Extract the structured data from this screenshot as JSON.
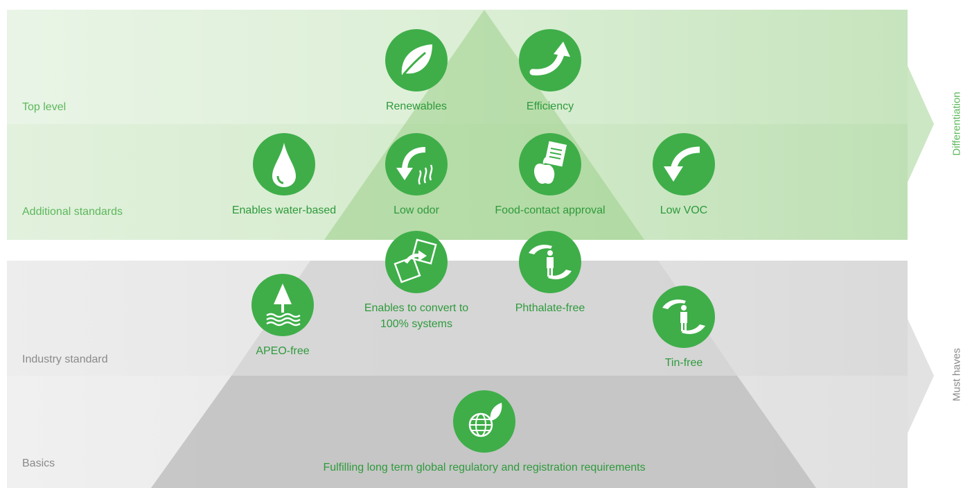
{
  "levels": {
    "top": "Top level",
    "additional": "Additional standards",
    "industry": "Industry standard",
    "basics": "Basics"
  },
  "side_labels": {
    "differentiation": "Differentiation",
    "must_haves": "Must haves"
  },
  "items": {
    "renewables": "Renewables",
    "efficiency": "Efficiency",
    "water_based": "Enables water-based",
    "low_odor": "Low odor",
    "food_contact": "Food-contact approval",
    "low_voc": "Low VOC",
    "convert_line1": "Enables to convert to",
    "convert_line2": "100% systems",
    "phthalate": "Phthalate-free",
    "apeo": "APEO-free",
    "tin": "Tin-free",
    "regulatory": "Fulfilling long term global regulatory and registration requirements"
  },
  "colors": {
    "icon_green": "#3fae49",
    "text_green": "#2e9a3c",
    "label_green": "#5cb85c",
    "label_gray": "#8a8a8a"
  }
}
